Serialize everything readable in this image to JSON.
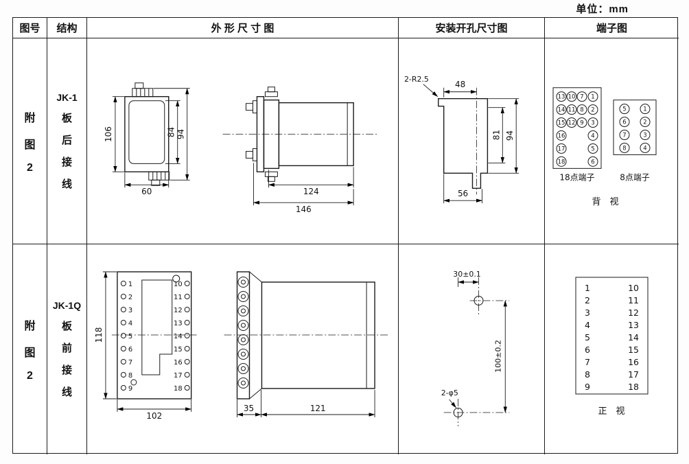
{
  "page": {
    "unit_label": "单位：mm"
  },
  "header": {
    "col_figure": "图号",
    "col_structure": "结构",
    "col_outline": "外 形 尺 寸 图",
    "col_mounting": "安装开孔尺寸图",
    "col_terminal": "端子图"
  },
  "row1": {
    "figure": [
      "附",
      "图",
      "2"
    ],
    "model": "JK-1",
    "structure": [
      "板",
      "后",
      "接",
      "线"
    ],
    "outline": {
      "dim_h106": "106",
      "dim_h84": "84",
      "dim_h94": "94",
      "dim_w60": "60",
      "dim_w124": "124",
      "dim_w146": "146"
    },
    "mounting": {
      "radius": "2-R2.5",
      "dim_w48": "48",
      "dim_h81": "81",
      "dim_h94": "94",
      "dim_w56": "56"
    },
    "terminal": {
      "t18": [
        [
          "13",
          "10",
          "7",
          "1"
        ],
        [
          "14",
          "11",
          "8",
          "2"
        ],
        [
          "15",
          "12",
          "9",
          "3"
        ],
        [
          "16",
          "4"
        ],
        [
          "17",
          "5"
        ],
        [
          "18",
          "6"
        ]
      ],
      "t8": [
        [
          "5",
          "1"
        ],
        [
          "6",
          "2"
        ],
        [
          "7",
          "3"
        ],
        [
          "8",
          "4"
        ]
      ],
      "t18_label": "18点端子",
      "t8_label": "8点端子",
      "view_label": "背　视"
    }
  },
  "row2": {
    "figure": [
      "附",
      "图",
      "2"
    ],
    "model": "JK-1Q",
    "structure": [
      "板",
      "前",
      "接",
      "线"
    ],
    "outline": {
      "dim_h118": "118",
      "dim_w102": "102",
      "dim_w35": "35",
      "dim_w121": "121",
      "left_terminals": [
        "1",
        "2",
        "3",
        "4",
        "5",
        "6",
        "7",
        "8",
        "9"
      ],
      "right_terminals": [
        "10",
        "11",
        "12",
        "13",
        "14",
        "15",
        "16",
        "17",
        "18"
      ]
    },
    "mounting": {
      "dim_w30": "30±0.1",
      "dim_h100": "100±0.2",
      "holes": "2-φ5"
    },
    "terminal": {
      "left": [
        "1",
        "2",
        "3",
        "4",
        "5",
        "6",
        "7",
        "8",
        "9"
      ],
      "right": [
        "10",
        "11",
        "12",
        "13",
        "14",
        "15",
        "16",
        "17",
        "18"
      ],
      "view_label": "正　视"
    }
  }
}
